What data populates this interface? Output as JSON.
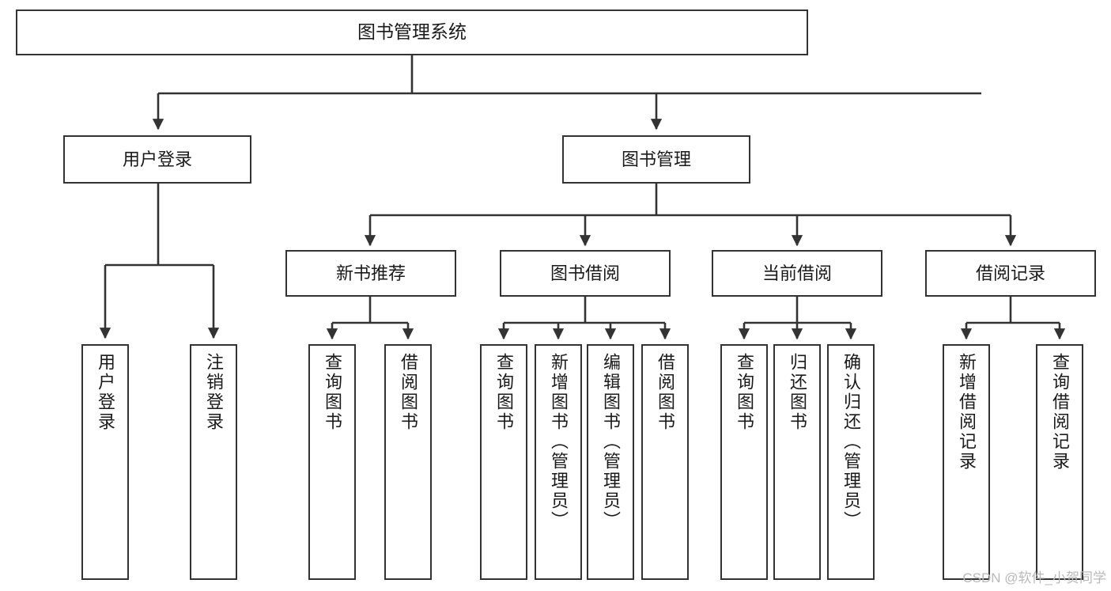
{
  "diagram": {
    "title": "图书管理系统",
    "watermark": "CSDN @软件_小贺同学",
    "stroke_color": "#333333",
    "background_color": "#ffffff",
    "text_color": "#1a1a1a",
    "root": {
      "label": "图书管理系统"
    },
    "level2": [
      {
        "label": "用户登录"
      },
      {
        "label": "图书管理"
      }
    ],
    "level3": [
      {
        "label": "新书推荐"
      },
      {
        "label": "图书借阅"
      },
      {
        "label": "当前借阅"
      },
      {
        "label": "借阅记录"
      }
    ],
    "leaves": {
      "user_login": [
        {
          "label": "用户登录"
        },
        {
          "label": "注销登录"
        }
      ],
      "new_book_recommend": [
        {
          "label": "查询图书"
        },
        {
          "label": "借阅图书"
        }
      ],
      "book_borrow": [
        {
          "label": "查询图书"
        },
        {
          "label": "新增图书（管理员）"
        },
        {
          "label": "编辑图书（管理员）"
        },
        {
          "label": "借阅图书"
        }
      ],
      "current_borrow": [
        {
          "label": "查询图书"
        },
        {
          "label": "归还图书"
        },
        {
          "label": "确认归还（管理员）"
        }
      ],
      "borrow_record": [
        {
          "label": "新增借阅记录"
        },
        {
          "label": "查询借阅记录"
        }
      ]
    }
  }
}
